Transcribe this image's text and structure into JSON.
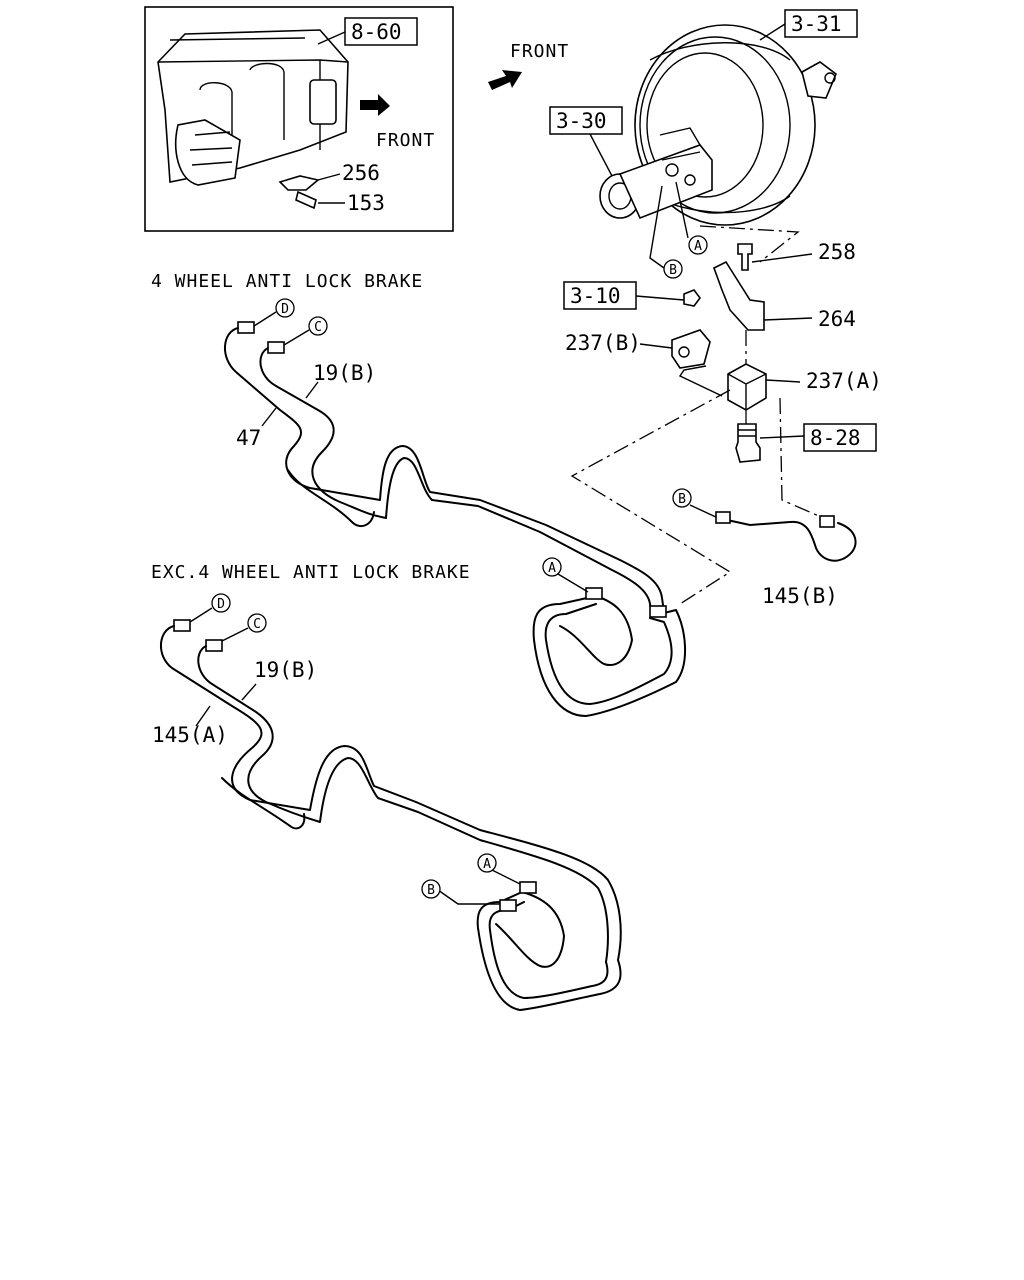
{
  "inset": {
    "ref_box": "8-60",
    "front": "FRONT",
    "callouts": [
      "256",
      "153"
    ]
  },
  "booster": {
    "front": "FRONT",
    "ref_boxes": [
      "3-31",
      "3-30",
      "3-10",
      "8-28"
    ]
  },
  "callouts": {
    "c258": "258",
    "c264": "264",
    "c237b": "237(B)",
    "c237a": "237(A)",
    "c145b": "145(B)"
  },
  "section_abs": {
    "heading": "4 WHEEL ANTI LOCK BRAKE",
    "labels": [
      "19(B)",
      "47"
    ]
  },
  "section_exc": {
    "heading": "EXC.4 WHEEL ANTI LOCK BRAKE",
    "labels": [
      "19(B)",
      "145(A)"
    ]
  },
  "connectors": {
    "a": "A",
    "b": "B",
    "c": "C",
    "d": "D"
  }
}
